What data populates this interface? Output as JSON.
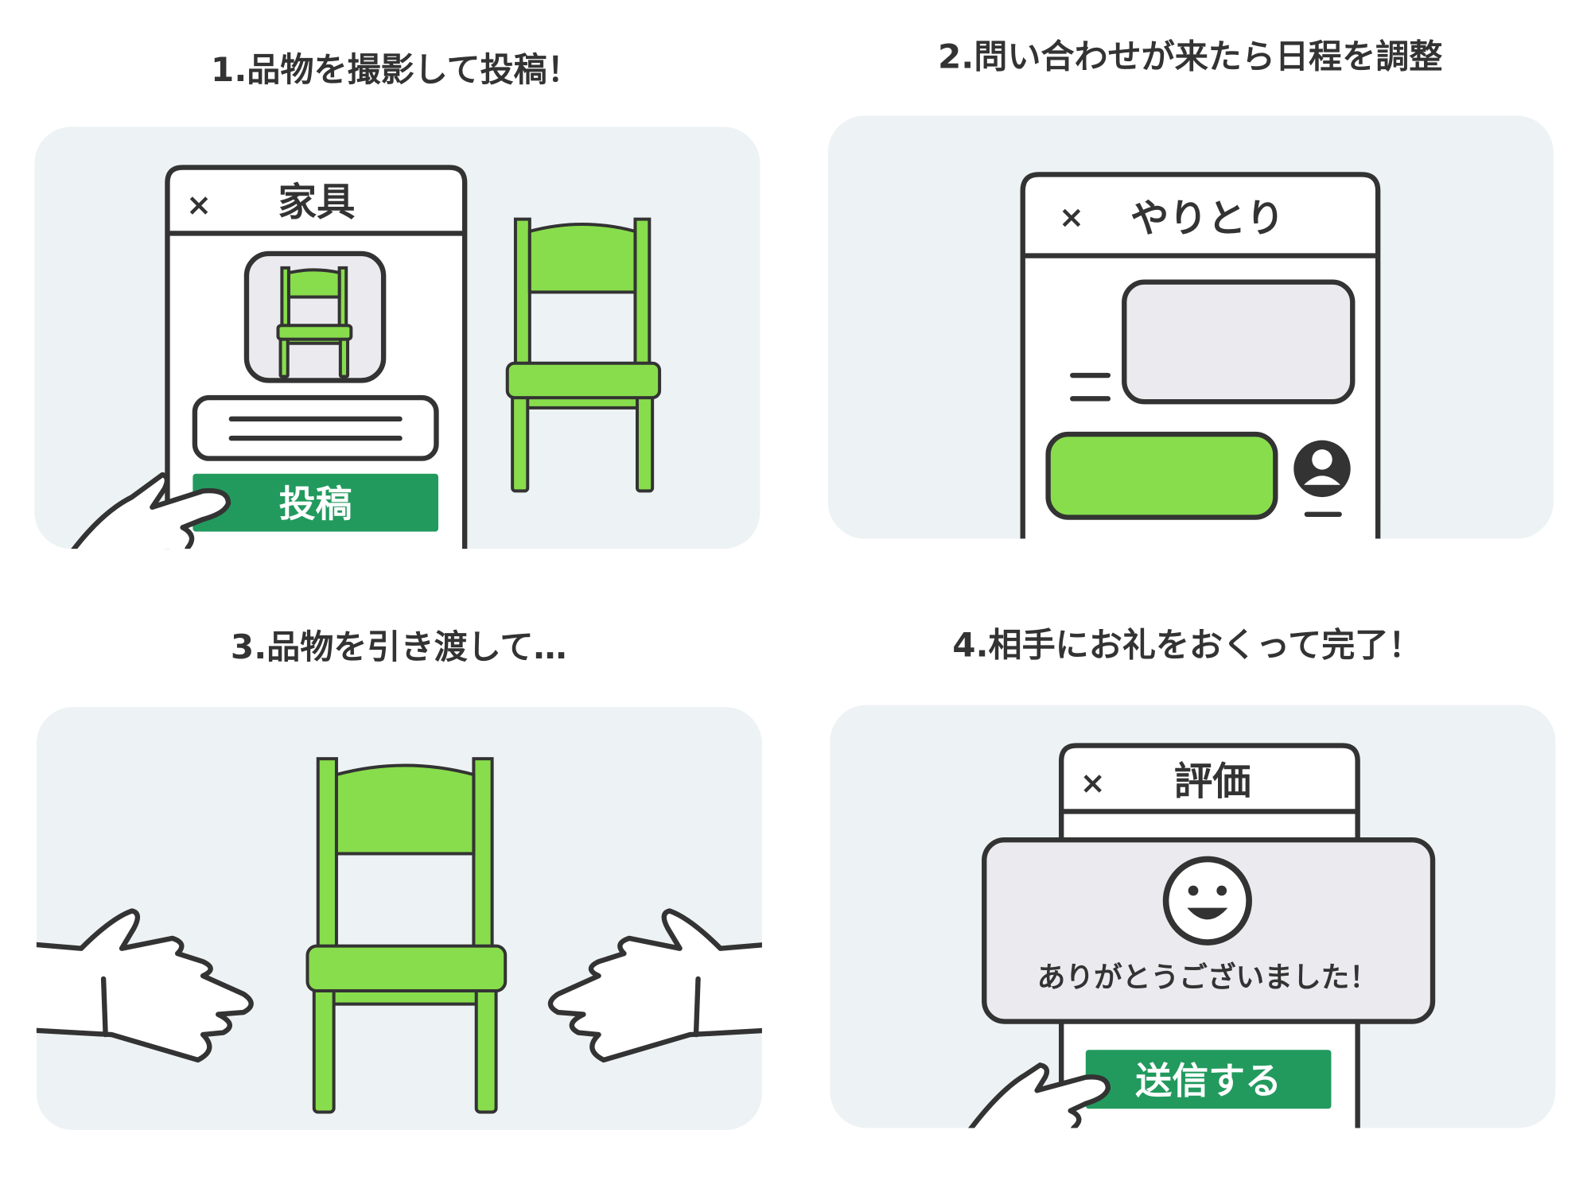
{
  "steps": [
    {
      "title": "1.品物を撮影して投稿！",
      "screen_title": "家具",
      "button": "投稿",
      "close": "×"
    },
    {
      "title": "2.問い合わせが来たら日程を調整",
      "screen_title": "やりとり",
      "close": "×"
    },
    {
      "title": "3.品物を引き渡して…"
    },
    {
      "title": "4.相手にお礼をおくって完了！",
      "screen_title": "評価",
      "message": "ありがとうございました！",
      "button": "送信する",
      "close": "×"
    }
  ],
  "colors": {
    "panel": "#edf2f4",
    "chair": "#88dd4c",
    "button": "#229a5e",
    "bubble": "#ebebef",
    "ink": "#333333"
  }
}
